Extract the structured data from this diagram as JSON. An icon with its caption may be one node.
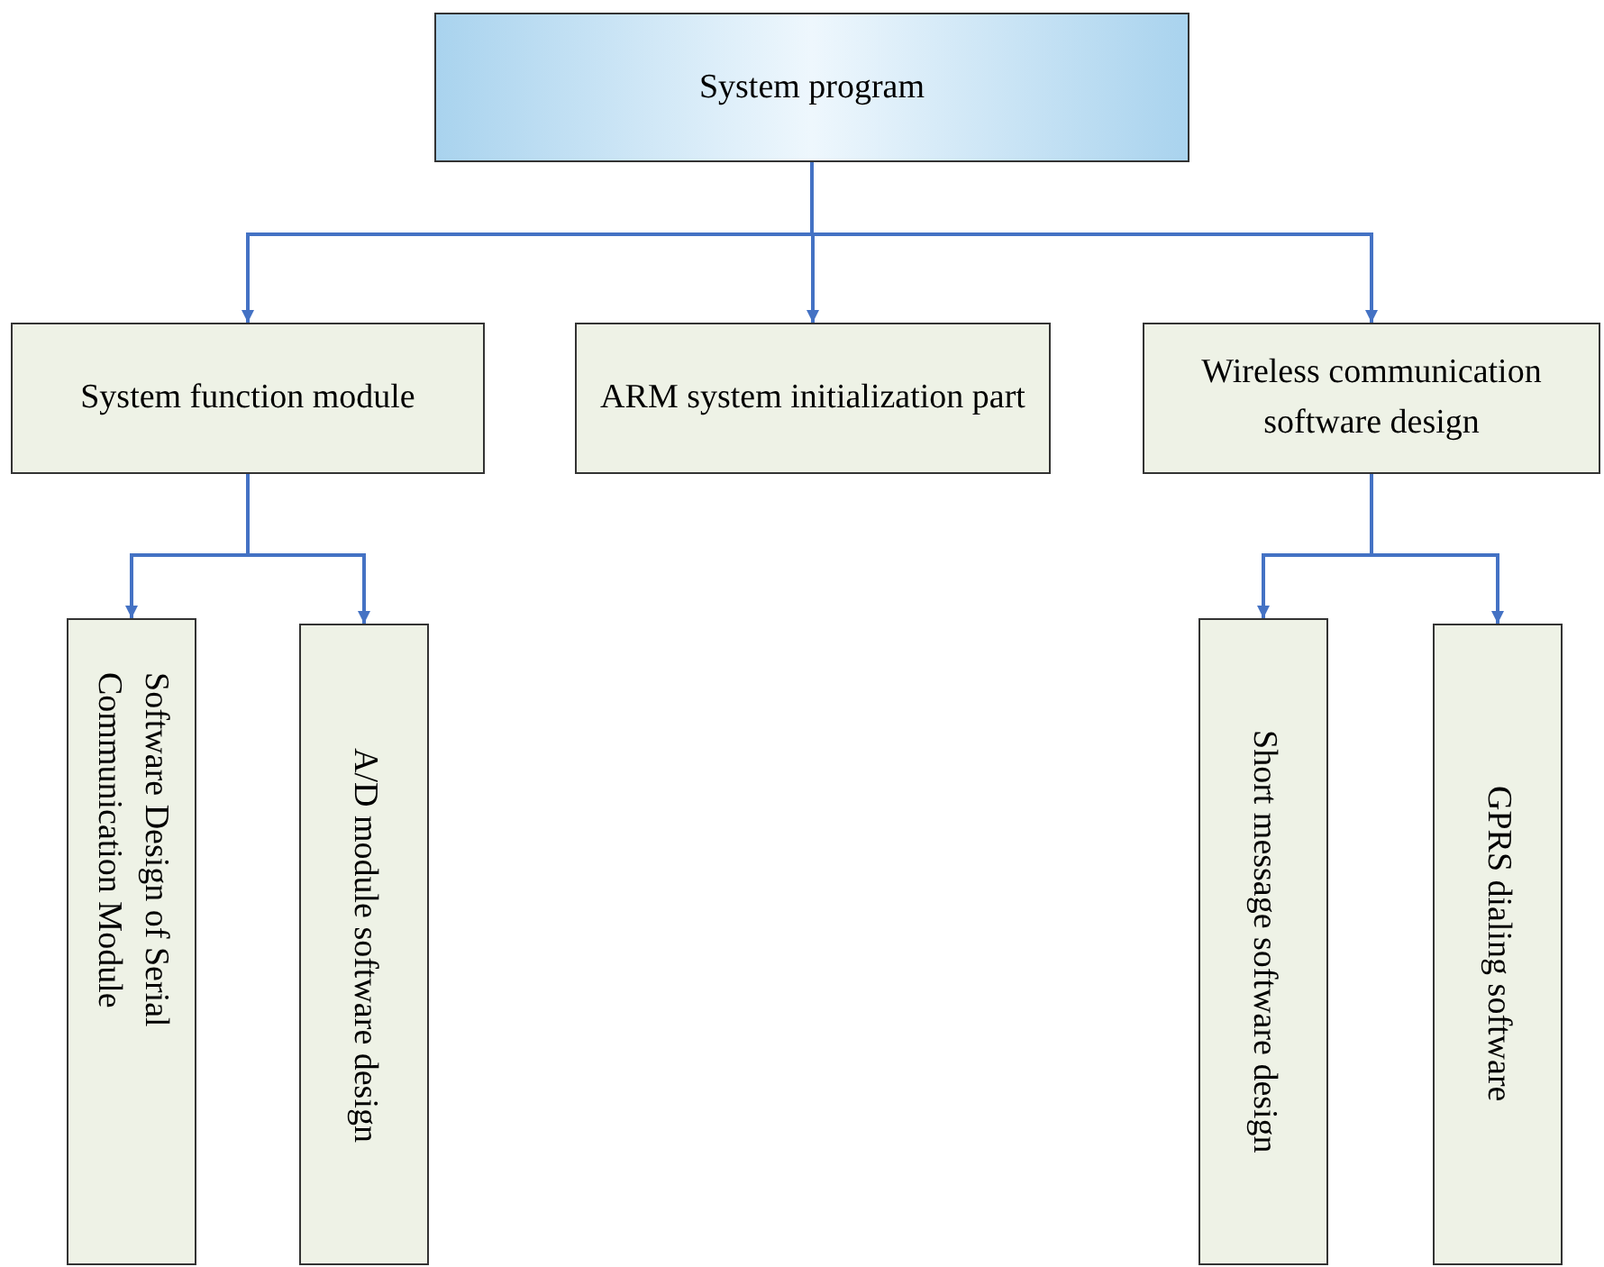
{
  "diagram": {
    "nodes": [
      {
        "text": [
          "System program"
        ]
      },
      {
        "text": [
          "System function module"
        ]
      },
      {
        "text": [
          "ARM system initialization part"
        ]
      },
      {
        "text": [
          "Wireless communication software design"
        ]
      },
      {
        "text": [
          "Software Design of Serial Communication Module"
        ]
      },
      {
        "text": [
          "A/D module software design"
        ]
      },
      {
        "text": [
          "Short message software design"
        ]
      },
      {
        "text": [
          "GPRS dialing software"
        ]
      }
    ],
    "edges": [
      {
        "from": 0,
        "to": 1,
        "arrow": "to"
      },
      {
        "from": 0,
        "to": 2,
        "arrow": "to"
      },
      {
        "from": 0,
        "to": 3,
        "arrow": "to"
      },
      {
        "from": 1,
        "to": 4,
        "arrow": "to"
      },
      {
        "from": 1,
        "to": 5,
        "arrow": "to"
      },
      {
        "from": 3,
        "to": 6,
        "arrow": "to"
      },
      {
        "from": 3,
        "to": 7,
        "arrow": "to"
      }
    ]
  }
}
